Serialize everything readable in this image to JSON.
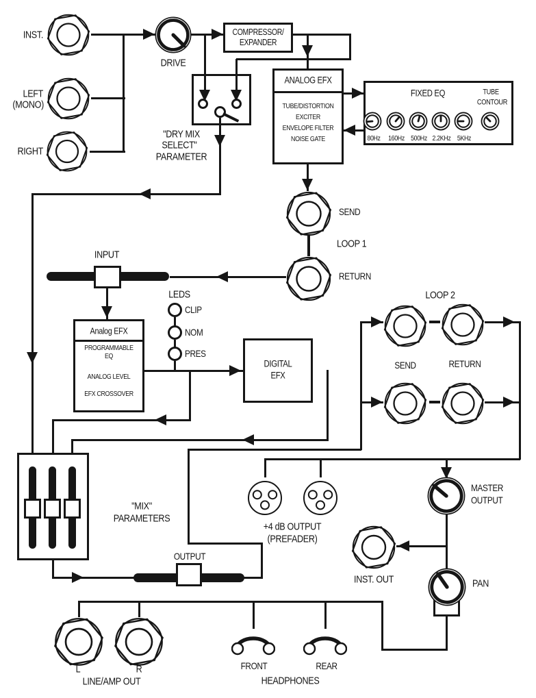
{
  "colors": {
    "ink": "#161616",
    "paper": "#ffffff"
  },
  "jacks": {
    "inst": "INST.",
    "left_1": "LEFT",
    "left_2": "(MONO)",
    "right": "RIGHT"
  },
  "drive_label": "DRIVE",
  "compressor": {
    "line1": "COMPRESSOR/",
    "line2": "EXPANDER"
  },
  "dry_mix": {
    "line1": "\"DRY MIX",
    "line2": "SELECT\"",
    "line3": "PARAMETER"
  },
  "analog_efx": {
    "title": "ANALOG EFX",
    "item1": "TUBE/DISTORTION",
    "item2": "EXCITER",
    "item3": "ENVELOPE FILTER",
    "item4": "NOISE GATE"
  },
  "fixed_eq": {
    "title": "FIXED EQ",
    "tube_line1": "TUBE",
    "tube_line2": "CONTOUR",
    "freq1": "80Hz",
    "freq2": "160Hz",
    "freq3": "500Hz",
    "freq4": "2.2KHz",
    "freq5": "5KHz"
  },
  "loop1": {
    "send": "SEND",
    "label": "LOOP 1",
    "return": "RETURN"
  },
  "input_fader_label": "INPUT",
  "leds": {
    "title": "LEDS",
    "led1": "CLIP",
    "led2": "NOM",
    "led3": "PRES"
  },
  "analog_efx2": {
    "title": "Analog EFX",
    "item1a": "PROGRAMMABLE",
    "item1b": "EQ",
    "item2": "ANALOG LEVEL",
    "item3": "EFX CROSSOVER"
  },
  "digital_efx": {
    "line1": "DIGITAL",
    "line2": "EFX"
  },
  "loop2": {
    "label": "LOOP 2",
    "send": "SEND",
    "return": "RETURN"
  },
  "mix": {
    "line1": "\"MIX\"",
    "line2": "PARAMETERS"
  },
  "output_fader_label": "OUTPUT",
  "xlr": {
    "line1": "+4 dB OUTPUT",
    "line2": "(PREFADER)"
  },
  "master": {
    "line1": "MASTER",
    "line2": "OUTPUT"
  },
  "inst_out_label": "INST. OUT",
  "pan_label": "PAN",
  "outputs": {
    "l": "L",
    "r": "R",
    "line_amp": "LINE/AMP OUT",
    "front": "FRONT",
    "rear": "REAR",
    "headphones": "HEADPHONES"
  }
}
